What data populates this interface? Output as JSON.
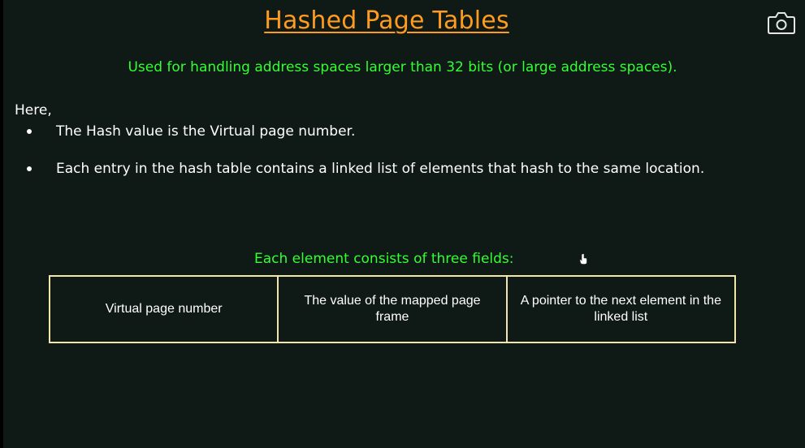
{
  "slide": {
    "title": "Hashed Page Tables",
    "subtitle": "Used for handling address spaces larger than 32 bits (or large address spaces).",
    "intro": "Here,",
    "bullets": [
      "The Hash value is the Virtual page number.",
      "Each entry in the hash table contains a linked list of elements that hash to the same location."
    ],
    "fields_caption": "Each element consists of three fields:",
    "fields": [
      "Virtual page number",
      "The value of the mapped page frame",
      "A pointer to the next element in the linked list"
    ]
  },
  "icons": {
    "camera": "camera-icon",
    "cursor": "hand-pointer-icon"
  },
  "colors": {
    "background": "#0f1a16",
    "title": "#ff9b1e",
    "highlight": "#33ff33",
    "text": "#ffffff",
    "table_border": "#f2e6a8"
  }
}
